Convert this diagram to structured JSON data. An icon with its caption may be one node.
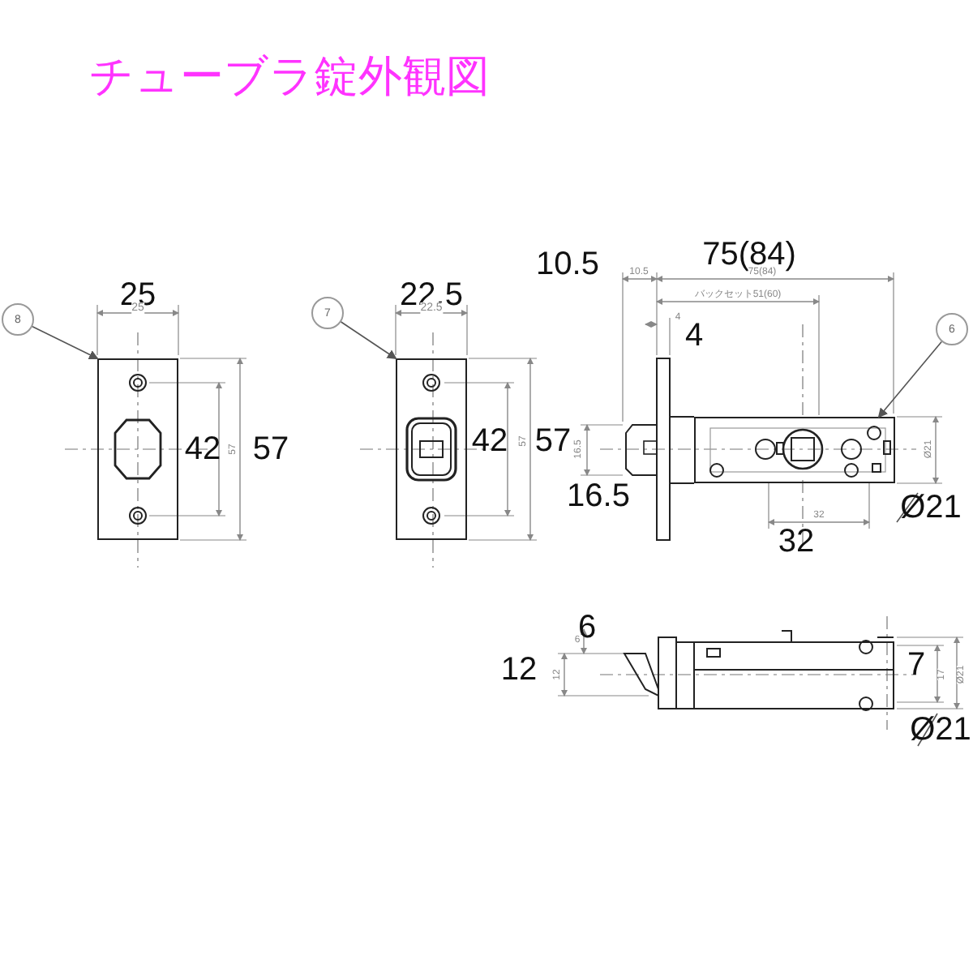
{
  "diagram": {
    "title": "チューブラ錠外観図",
    "nodes": [
      {
        "text": [
          "8"
        ]
      },
      {
        "text": [],
        "shape": "picture"
      },
      {
        "text": [
          "7"
        ]
      },
      {
        "text": [],
        "shape": "picture"
      },
      {
        "text": [
          "6"
        ]
      },
      {
        "text": [],
        "shape": "picture"
      }
    ],
    "edges": [
      {
        "from": 0,
        "to": 1,
        "arrow": "to"
      },
      {
        "from": 2,
        "to": 3,
        "arrow": "to"
      },
      {
        "from": 4,
        "to": 5,
        "arrow": "to"
      }
    ],
    "labels": [
      "10.5",
      "75(84)",
      "25",
      "22.5",
      "25",
      "22.5",
      "10.5",
      "75(84)",
      "バックセット51(60)",
      "4",
      "4",
      "42",
      "57",
      "57",
      "42",
      "57",
      "57",
      "16.5",
      "Ø21",
      "16.5",
      "Ø21",
      "32",
      "32",
      "6",
      "12",
      "6",
      "12",
      "7",
      "17",
      "Ø21",
      "Ø21"
    ]
  }
}
